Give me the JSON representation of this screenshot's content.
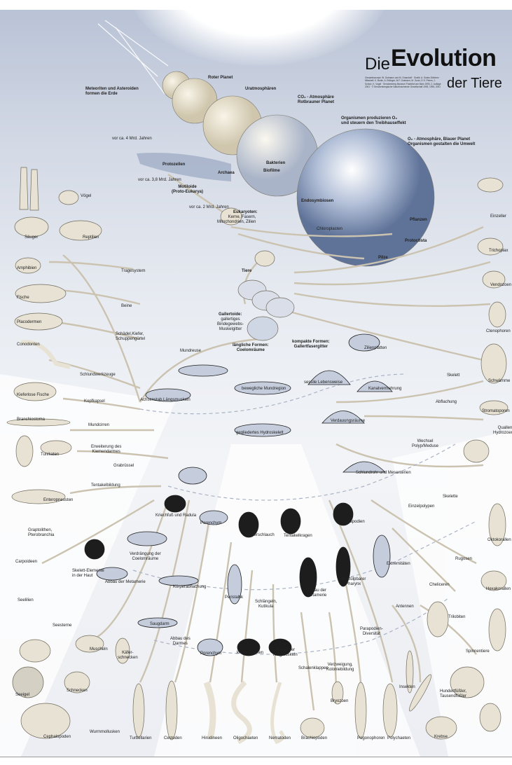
{
  "title": {
    "die": "Die",
    "evolution": "Evolution",
    "der_tiere": "der Tiere",
    "credits": "Gesamtkonzept: W. Gutmann und M. Grasshoff · Grafik: A. Grabe-Dibrinez · Mitarbeit: K. Bonik, A. Edlinger, M.F. Gutmann, M. Gudo, D.S. Peters, J. Scholz, K. Vogel · Senckenberg Museum Frankfurt am Main 1993, 2. Auflage 2001 · © Senckenbergische Naturforschende Gesellschaft 1993, 1995, 2001"
  },
  "labels": {
    "meteoriten": "Meteoriten und Asteroiden\nformen die Erde",
    "roter_planet": "Roter Planet",
    "uratmosphaeren": "Uratmosphären",
    "co2": "CO₂ - Atmosphäre\nRotbrauner Planet",
    "organismen_o2": "Organismen produzieren O₂\nund steuern den Treibhauseffekt",
    "o2_blau": "O₂ - Atmosphäre, Blauer Planet\nOrganismen gestalten die Umwelt",
    "vor4": "vor ca. 4 Mrd. Jahren",
    "protozellen": "Protozellen",
    "bakterien": "Bakterien",
    "biofilme": "Biofilme",
    "archaea": "Archaea",
    "vor38": "vor ca. 3,8 Mrd. Jahren",
    "motiloide": "Motiloide\n(Proto-Eukarya)",
    "vor2": "vor ca. 2 Mrd. Jahren",
    "eukaryoten_h": "Eukaryoten:",
    "eukaryoten": "Kerne, Fasern,\nMitochondrien, Zilien",
    "endosymbiosen": "Endosymbiosen",
    "chloroplasten": "Chloroplasten",
    "pflanzen": "Pflanzen",
    "protoctista": "Protoctista",
    "pilze": "Pilze",
    "einzeller": "Einzeller",
    "trichoplax": "Trichoplax",
    "voegel": "Vögel",
    "saeuger": "Säuger",
    "reptilien": "Reptilien",
    "amphibien": "Amphibien",
    "tragesystem": "Tragesystem",
    "fische": "Fische",
    "beine": "Beine",
    "placodermen": "Placodermen",
    "schaedel": "Schädel,Kiefer,\nSchuppengürtel",
    "conodonten": "Conodonten",
    "schlundwerkzeuge": "Schlundwerkzeuge",
    "kieferlose": "Kieferlose Fische",
    "kopfkapsel": "Kopfkapsel",
    "achsenstab": "Achsenstab,Längsmuskeln",
    "branchiostoma": "Branchiostoma",
    "mundcirren": "Mundcirren",
    "tunikaten": "Tunikaten",
    "kiemendarm": "Erweiterung des\nKiemendarmes",
    "grabruessel": "Grabrüssel",
    "tentakelbildung": "Tentakelbildung",
    "enteropneusten": "Enteropneusten",
    "graptolithen": "Graptolithen,\nPterobranchia",
    "carpoideen": "Carpoideen",
    "skelett_haut": "Skelett-Elemente\nin der Haut",
    "seelilien": "Seelilien",
    "abbau_metamerie1": "Abbau der Metamerie",
    "seesterne": "Seesterne",
    "muscheln": "Muscheln",
    "seeigel": "Seeigel",
    "schnecken": "Schnecken",
    "kaeferschnecken": "Käfer-\nschnecken",
    "cephalopoden": "Cephalopoden",
    "wurmmollusken": "Wurmmollusken",
    "tiere": "Tiere",
    "gallertoide_h": "Gallertoide:",
    "gallertoide": "gallertiges\nBindegewebs-\nMuskelgitter",
    "laengliche": "längliche Formen:\nCoelomräume",
    "kompakte": "kompakte Formen:\nGallertfasergitter",
    "mundreuse": "Mundreuse",
    "bewegliche": "bewegliche Mundregion",
    "gegliedertes": "gegliedertes Hydroskelett",
    "zilienplatten": "Zilienplatten",
    "sessile": "sessile Lebensweise",
    "kanalvermehrung": "Kanalvermehrung",
    "skelett": "Skelett",
    "abflachung": "Abflachung",
    "vendozoen": "Vendozoen",
    "ctenophoren": "Ctenophoren",
    "schwaemme": "Schwämme",
    "stromatoporen": "Stromatoporen",
    "verdauungsraeume": "Verdauungsräume",
    "wechsel": "Wechsel\nPolyp/Meduse",
    "quallen": "Quallen,\nHydrozoen",
    "schlundrohr": "Schlundrohr und Mesenterien",
    "skelette": "Skelette",
    "oktokorallen": "Oktokorallen",
    "einzelpolypen": "Einzelpolypen",
    "rugosen": "Rugosen",
    "hexakorallen": "Hexakorallen",
    "kriechfuss": "Kriechfuß und Radula",
    "parenchym": "Parenchym",
    "koerperschlauch": "Körperschlauch",
    "tentakelkragen": "Tentakelkragen",
    "parapodien": "Parapodien",
    "verdraengung": "Verdrängung der\nCoelomräume",
    "koerperabflachung": "Körperabflachung",
    "peristaltik": "Peristaltik",
    "schlaengeln": "Schlängeln,\nKutikula",
    "abbau_metamerie2": "Abbau der\nMetamerie",
    "pharynx": "ausstülpbarer\nPharynx",
    "extremitaeten": "Extremitäten",
    "cheliceren": "Cheliceren",
    "antennen": "Antennen",
    "trilobiten": "Trilobiten",
    "spinnentiere": "Spinnentiere",
    "saugdarm": "Saugdarm",
    "abbau_darm": "Abbau des\nDarmes",
    "porenchym": "Porenchym",
    "kleine_borsten": "kleine Borsten",
    "abbau_ringmuskeln": "Abbau der\nRingmuskeln",
    "schalenklappen": "Schalenklappen",
    "verzweigung": "Verzweigung,\nKoloniebildung",
    "parapodien_div": "Parapodien-\nDiversität",
    "insekten": "Insekten",
    "hundertfuessler": "Hundertfüßler,\nTausendfüßler",
    "krebse": "Krebse",
    "turbellarien": "Turbellarien",
    "cestoden": "Cestoden",
    "hirudineen": "Hirudineen",
    "oligochaeten": "Oligochaeten",
    "nematoden": "Nematoden",
    "brachiopoden": "Brachiopoden",
    "bryozoen": "Bryozoen",
    "pogonophoren": "Pogonophoren",
    "polychaeten": "Polychaeten"
  },
  "colors": {
    "arrow": "#cbc3b0",
    "planet_beige": "#e9e2cf",
    "planet_blue": "#8fa2c2",
    "creature": "#e7e2d3",
    "dashed": "#a9b3c6"
  }
}
